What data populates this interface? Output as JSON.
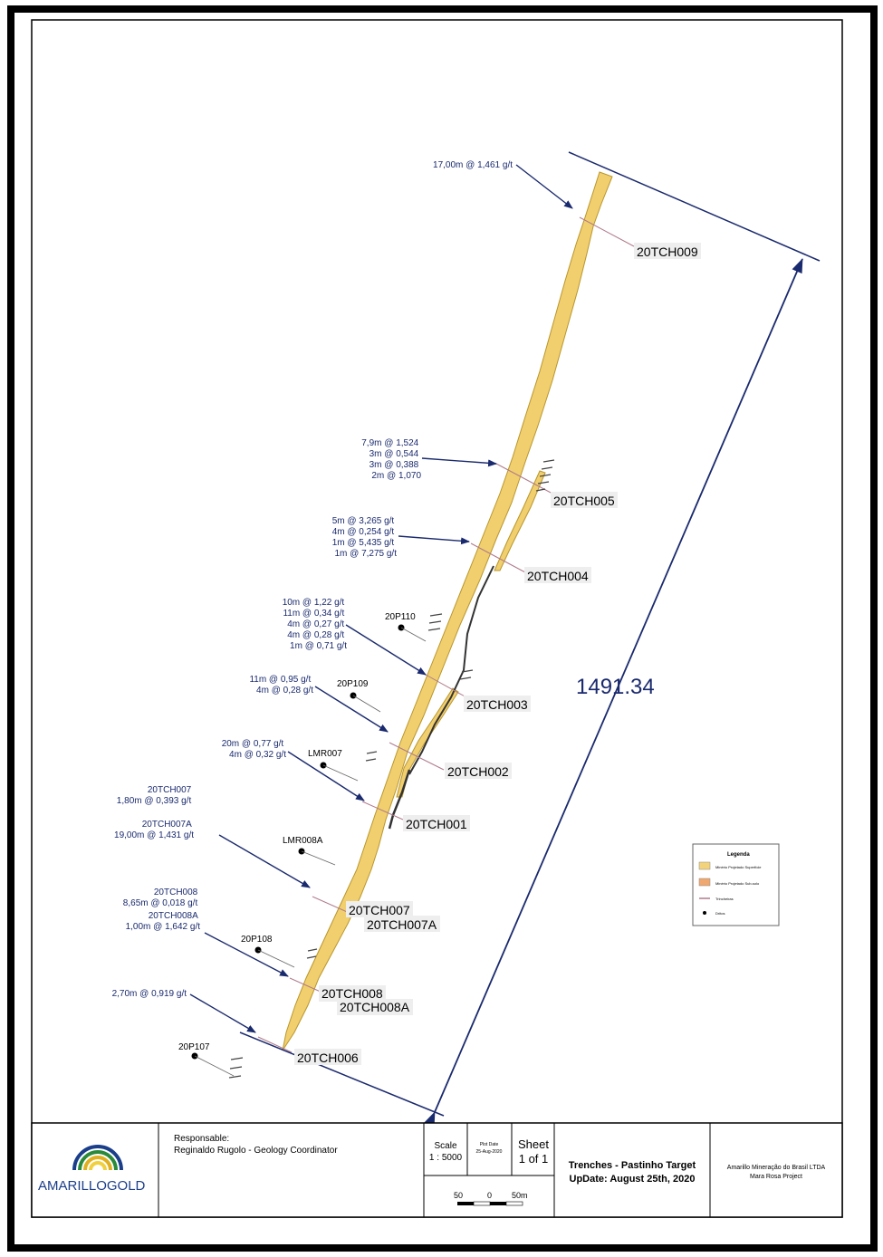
{
  "map": {
    "distance_label": "1491.34",
    "assays": [
      {
        "id": "a009",
        "lines": [
          "17,00m @ 1,461 g/t"
        ]
      },
      {
        "id": "a005",
        "lines": [
          "7,9m @ 1,524",
          "3m @ 0,544",
          "3m @ 0,388",
          "2m @ 1,070"
        ]
      },
      {
        "id": "a004",
        "lines": [
          "5m @ 3,265 g/t",
          "4m @ 0,254 g/t",
          "1m @ 5,435 g/t",
          "1m @ 7,275 g/t"
        ]
      },
      {
        "id": "a003",
        "lines": [
          "10m @ 1,22 g/t",
          "11m @ 0,34 g/t",
          "4m @ 0,27 g/t",
          "4m @ 0,28 g/t",
          "1m @ 0,71 g/t"
        ]
      },
      {
        "id": "a002",
        "lines": [
          "11m @ 0,95 g/t",
          "4m @ 0,28 g/t"
        ]
      },
      {
        "id": "a001",
        "lines": [
          "20m @ 0,77 g/t",
          "4m @ 0,32 g/t"
        ]
      },
      {
        "id": "a007",
        "lines": [
          "20TCH007",
          "1,80m @ 0,393 g/t",
          "20TCH007A",
          "19,00m @ 1,431 g/t"
        ]
      },
      {
        "id": "a008",
        "lines": [
          "20TCH008",
          "8,65m @ 0,018 g/t",
          "20TCH008A",
          "1,00m @ 1,642 g/t"
        ]
      },
      {
        "id": "a006",
        "lines": [
          "2,70m @ 0,919 g/t"
        ]
      }
    ],
    "trenches": [
      "20TCH009",
      "20TCH005",
      "20TCH004",
      "20TCH003",
      "20TCH002",
      "20TCH001",
      "20TCH007",
      "20TCH007A",
      "20TCH008",
      "20TCH008A",
      "20TCH006"
    ],
    "points": [
      "20P110",
      "20P109",
      "LMR007",
      "LMR008A",
      "20P108",
      "20P107"
    ],
    "legend": {
      "title": "Legenda",
      "items": [
        {
          "label": "Minério Projetado Superfície",
          "color": "#f2d27a"
        },
        {
          "label": "Minério Projetado Sub-solo",
          "color": "#f0a870"
        },
        {
          "label": "Trincheiras",
          "color": "#b07a8a"
        },
        {
          "label": "Dritos",
          "color": "#000000"
        }
      ]
    },
    "colors": {
      "ore": "#f2cf6e",
      "ore_edge": "#b8962c",
      "arrow": "#1a2a6e",
      "trench_line": "#b07a8a"
    }
  },
  "title_block": {
    "logo_text": "AMARILLOGOLD",
    "responsible_label": "Responsable:",
    "responsible_name": "Reginaldo Rugolo - Geology Coordinator",
    "scale_label": "Scale",
    "scale_value": "1 : 5000",
    "plot_date_label": "Plot Date",
    "plot_date_value": "25-Aug-2020",
    "sheet_label": "Sheet",
    "sheet_value": "1 of 1",
    "bar_left": "50",
    "bar_mid": "0",
    "bar_right": "50m",
    "title_line1": "Trenches -  Pastinho Target",
    "title_line2": "UpDate: August 25th, 2020",
    "company_line1": "Amarillo Mineração do Brasil LTDA",
    "company_line2": "Mara Rosa Project"
  }
}
